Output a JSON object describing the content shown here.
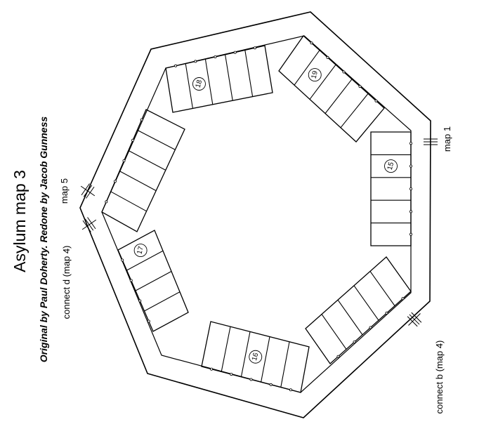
{
  "title": "Asylum map 3",
  "credit": "Original by Paul Doherty. Redone by Jacob Gunness",
  "exits": {
    "map5": "map 5",
    "connect_d": "connect d (map 4)",
    "map1": "map 1",
    "connect_b": "connect b (map 4)"
  },
  "rooms": [
    "15",
    "16",
    "17",
    "18",
    "19"
  ],
  "colors": {
    "ink": "#000000",
    "paper": "#ffffff"
  }
}
